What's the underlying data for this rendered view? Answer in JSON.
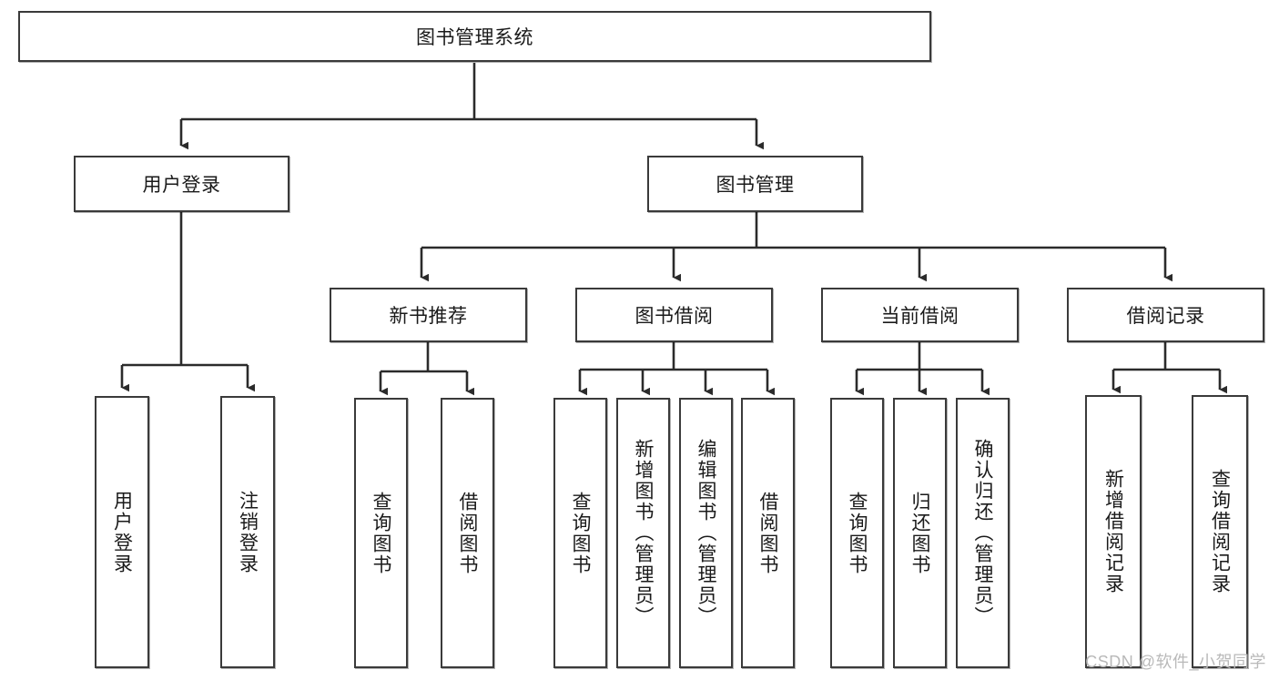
{
  "diagram": {
    "title": "图书管理系统",
    "type": "tree",
    "root": {
      "id": "root",
      "label": "图书管理系统"
    },
    "level2": [
      {
        "id": "user-login",
        "label": "用户登录"
      },
      {
        "id": "book-manage",
        "label": "图书管理"
      }
    ],
    "level3": [
      {
        "id": "new-book-recommend",
        "label": "新书推荐",
        "parent": "book-manage"
      },
      {
        "id": "book-borrow",
        "label": "图书借阅",
        "parent": "book-manage"
      },
      {
        "id": "current-borrow",
        "label": "当前借阅",
        "parent": "book-manage"
      },
      {
        "id": "borrow-record",
        "label": "借阅记录",
        "parent": "book-manage"
      }
    ],
    "leaves": [
      {
        "id": "leaf-user-login",
        "label": "用户登录",
        "parent": "user-login"
      },
      {
        "id": "leaf-user-logout",
        "label": "注销登录",
        "parent": "user-login"
      },
      {
        "id": "leaf-query-book-1",
        "label": "查询图书",
        "parent": "new-book-recommend"
      },
      {
        "id": "leaf-borrow-book-1",
        "label": "借阅图书",
        "parent": "new-book-recommend"
      },
      {
        "id": "leaf-query-book-2",
        "label": "查询图书",
        "parent": "book-borrow"
      },
      {
        "id": "leaf-add-book",
        "label": "新增图书（管理员）",
        "parent": "book-borrow"
      },
      {
        "id": "leaf-edit-book",
        "label": "编辑图书（管理员）",
        "parent": "book-borrow"
      },
      {
        "id": "leaf-borrow-book-2",
        "label": "借阅图书",
        "parent": "book-borrow"
      },
      {
        "id": "leaf-query-book-3",
        "label": "查询图书",
        "parent": "current-borrow"
      },
      {
        "id": "leaf-return-book",
        "label": "归还图书",
        "parent": "current-borrow"
      },
      {
        "id": "leaf-confirm-return",
        "label": "确认归还（管理员）",
        "parent": "current-borrow"
      },
      {
        "id": "leaf-add-record",
        "label": "新增借阅记录",
        "parent": "borrow-record"
      },
      {
        "id": "leaf-query-record",
        "label": "查询借阅记录",
        "parent": "borrow-record"
      }
    ],
    "colors": {
      "box_border": "#3a3a3a",
      "box_fill": "#ffffff",
      "connector": "#2b2b2b",
      "text": "#1a1a1a",
      "watermark": "#b9b9b9"
    }
  },
  "watermark": {
    "text": "CSDN @软件_小贺同学"
  }
}
